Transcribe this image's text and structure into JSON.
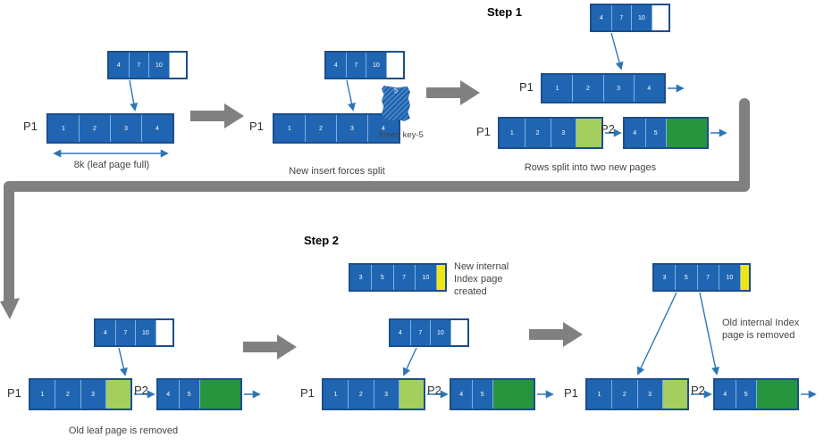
{
  "steps": {
    "step1": "Step 1",
    "step2": "Step 2"
  },
  "page_labels": {
    "p1": "P1",
    "p2": "P2"
  },
  "captions": {
    "leaf_full": "8k (leaf page full)",
    "new_insert": "New insert forces split",
    "insert_key": "Insert key-5",
    "rows_split": "Rows split into two new pages",
    "old_leaf": "Old leaf page is removed",
    "new_internal": "New internal Index page created",
    "old_internal": "Old internal Index page is removed"
  },
  "pages": {
    "internal_index": {
      "cells": [
        {
          "t": "4"
        },
        {
          "t": "7"
        },
        {
          "t": "10"
        },
        {
          "c": "white"
        }
      ]
    },
    "leaf_full": {
      "cells": [
        {
          "t": "1"
        },
        {
          "t": "2"
        },
        {
          "t": "3"
        },
        {
          "t": "4"
        }
      ]
    },
    "p1_split": {
      "cells": [
        {
          "t": "1"
        },
        {
          "t": "2"
        },
        {
          "t": "3"
        },
        {
          "c": "lightgreen"
        }
      ]
    },
    "p2_new": {
      "cells": [
        {
          "t": "4"
        },
        {
          "t": "5"
        },
        {
          "c": "green"
        }
      ]
    },
    "new_internal_index": {
      "cells": [
        {
          "t": "3"
        },
        {
          "t": "5"
        },
        {
          "t": "7"
        },
        {
          "t": "10"
        },
        {
          "c": "yellow"
        }
      ]
    },
    "insert_page": {
      "value": "5"
    }
  },
  "colors": {
    "page_blue": "#2065B1",
    "page_border": "#1B4E8C",
    "light_green": "#A4CE5E",
    "dark_green": "#27953D",
    "yellow": "#F2E50B",
    "arrow_blue": "#2E75B6",
    "block_gray": "#808080"
  }
}
